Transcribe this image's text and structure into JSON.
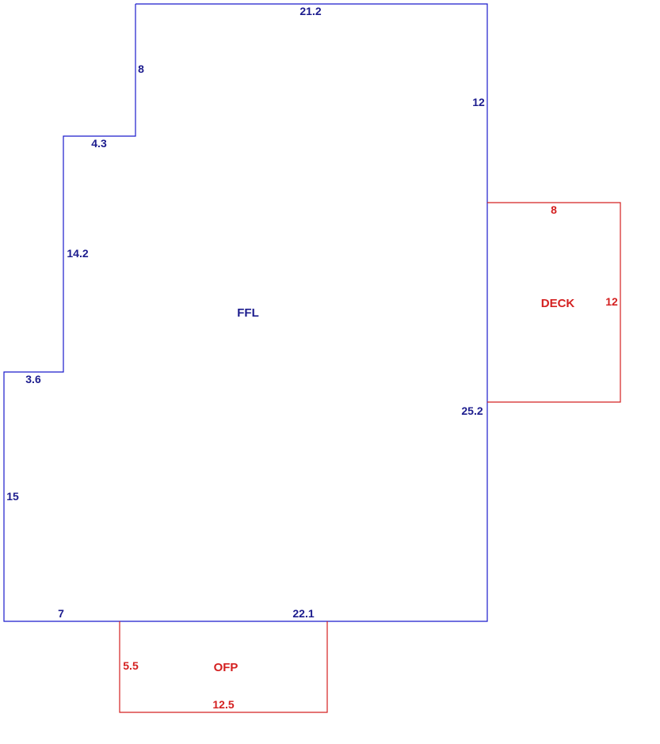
{
  "colors": {
    "ffl": "#1a1acc",
    "ffl_text": "#1c1c8e",
    "deck": "#d42020",
    "ofp": "#d42020"
  },
  "areas": {
    "ffl": {
      "label": "FFL",
      "dimensions": [
        "21.2",
        "12",
        "25.2",
        "22.1",
        "7",
        "15",
        "3.6",
        "14.2",
        "4.3",
        "8"
      ]
    },
    "deck": {
      "label": "DECK",
      "dimensions": [
        "8",
        "12"
      ]
    },
    "ofp": {
      "label": "OFP",
      "dimensions": [
        "5.5",
        "12.5"
      ]
    }
  }
}
